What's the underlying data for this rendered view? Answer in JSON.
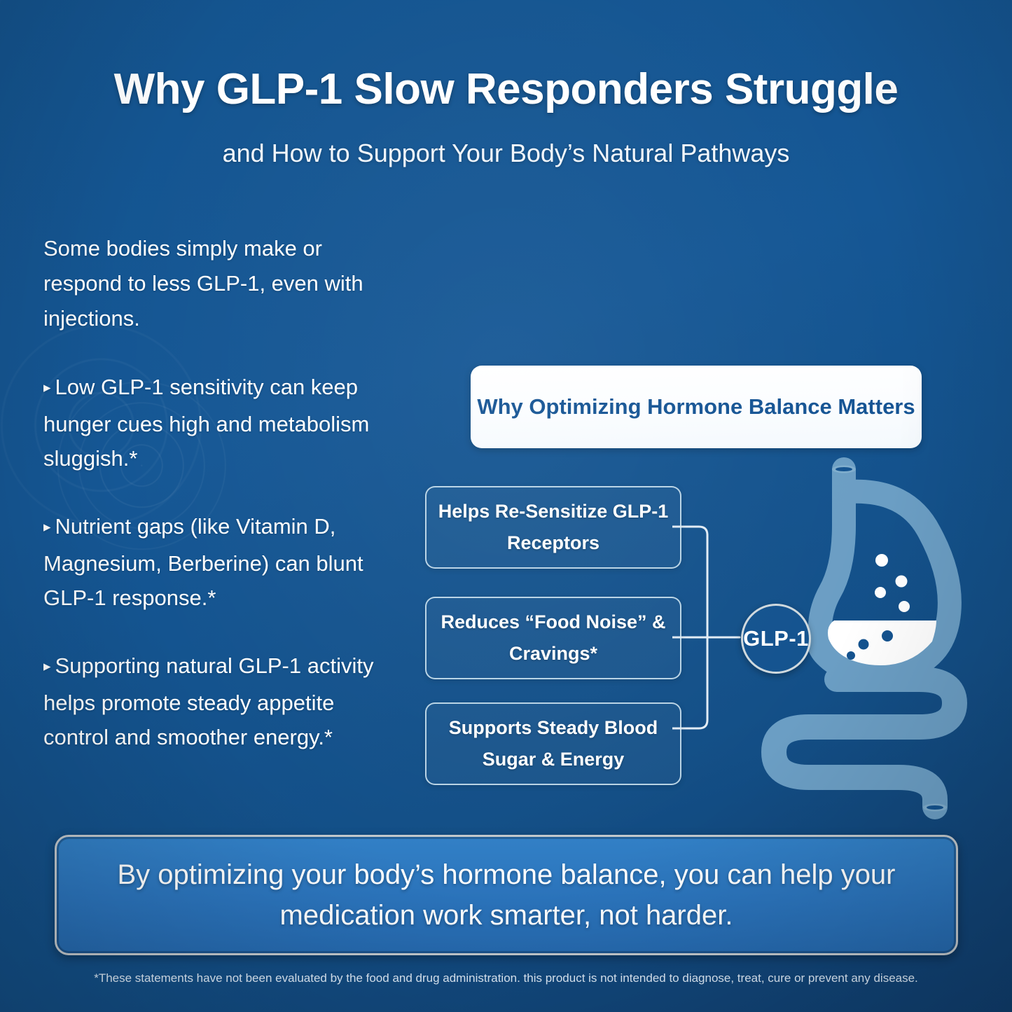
{
  "header": {
    "title": "Why GLP-1 Slow Responders Struggle",
    "subtitle": "and How to Support Your Body’s Natural Pathways"
  },
  "left_column": {
    "lead": "Some bodies simply make or respond to less GLP-1, even with injections.",
    "bullet_marker": "▸",
    "bullets": [
      "Low GLP-1 sensitivity can keep hunger cues high and metabolism sluggish.*",
      "Nutrient gaps (like Vitamin D, Magnesium, Berberine) can blunt GLP-1 response.*",
      "Supporting natural GLP-1 activity helps promote steady appetite control and smoother energy.*"
    ]
  },
  "right_panel": {
    "card_title": "Why Optimizing Hormone Balance Matters",
    "benefits": [
      "Helps Re-Sensitize GLP-1 Receptors",
      "Reduces “Food Noise” & Cravings*",
      "Supports Steady Blood Sugar & Energy"
    ],
    "hub_label": "GLP-1",
    "illustration": "stomach-intestine-icon"
  },
  "banner": {
    "text": "By optimizing your body’s hormone balance, you can help your medication work smarter, not harder."
  },
  "footer": {
    "disclaimer": "*These statements have not been evaluated by the food and drug administration. this product is not intended to diagnose, treat, cure or prevent any disease."
  },
  "colors": {
    "background": "#14538f",
    "card_text": "#155494",
    "banner_fill": "#2b74bc",
    "banner_border": "#c2c8cc",
    "organ": "#6b9ec4",
    "box_border": "#d6eaf5",
    "text_light": "#ffffff"
  }
}
